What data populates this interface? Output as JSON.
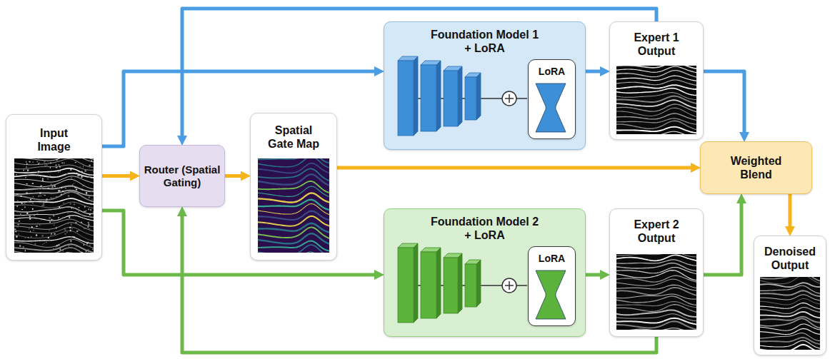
{
  "diagram": {
    "nodes": [
      {
        "text": [
          "Input Image"
        ]
      },
      {
        "text": [
          "Router (Spatial Gating)"
        ]
      },
      {
        "text": [
          "Spatial Gate Map"
        ]
      },
      {
        "text": [
          "Foundation Model 1 + LoRA"
        ]
      },
      {
        "text": [
          "LoRA"
        ],
        "in": 3
      },
      {
        "text": [
          "Expert 1 Output"
        ]
      },
      {
        "text": [
          "Foundation Model 2 + LoRA"
        ]
      },
      {
        "text": [
          "LoRA"
        ],
        "in": 6
      },
      {
        "text": [
          "Expert 2 Output"
        ]
      },
      {
        "text": [
          "Weighted Blend"
        ]
      },
      {
        "text": [
          "Denoised Output"
        ]
      }
    ],
    "edges": [
      {
        "from": 0,
        "to": 3,
        "arrow": "to"
      },
      {
        "from": 0,
        "to": 1,
        "arrow": "to"
      },
      {
        "from": 0,
        "to": 6,
        "arrow": "to"
      },
      {
        "from": 1,
        "to": 2,
        "arrow": "to"
      },
      {
        "from": 2,
        "to": 9,
        "arrow": "to"
      },
      {
        "from": 3,
        "to": 5,
        "arrow": "to"
      },
      {
        "from": 5,
        "to": 1,
        "arrow": "to"
      },
      {
        "from": 5,
        "to": 9,
        "arrow": "to"
      },
      {
        "from": 6,
        "to": 8,
        "arrow": "to"
      },
      {
        "from": 8,
        "to": 1,
        "arrow": "to"
      },
      {
        "from": 8,
        "to": 9,
        "arrow": "to"
      },
      {
        "from": 9,
        "to": 10,
        "arrow": "to"
      }
    ]
  }
}
